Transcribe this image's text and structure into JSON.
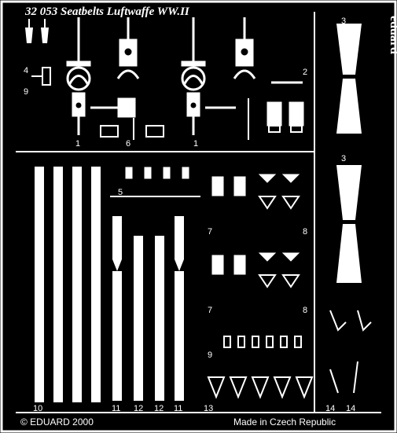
{
  "fret": {
    "title": "32 053  Seatbelts Luftwaffe WW.II",
    "copyright": "© EDUARD 2000",
    "made_in": "Made in Czech Republic",
    "brand": "eduard"
  },
  "part_numbers": {
    "n1a": "1",
    "n1b": "1",
    "n2": "2",
    "n3a": "3",
    "n3b": "3",
    "n4": "4",
    "n5": "5",
    "n6": "6",
    "n7a": "7",
    "n7b": "7",
    "n8a": "8",
    "n8b": "8",
    "n9a": "9",
    "n9b": "9",
    "n10": "10",
    "n11a": "11",
    "n11b": "11",
    "n12a": "12",
    "n12b": "12",
    "n13": "13",
    "n14a": "14",
    "n14b": "14"
  },
  "colors": {
    "fret": "#000000",
    "metal": "#ffffff"
  }
}
